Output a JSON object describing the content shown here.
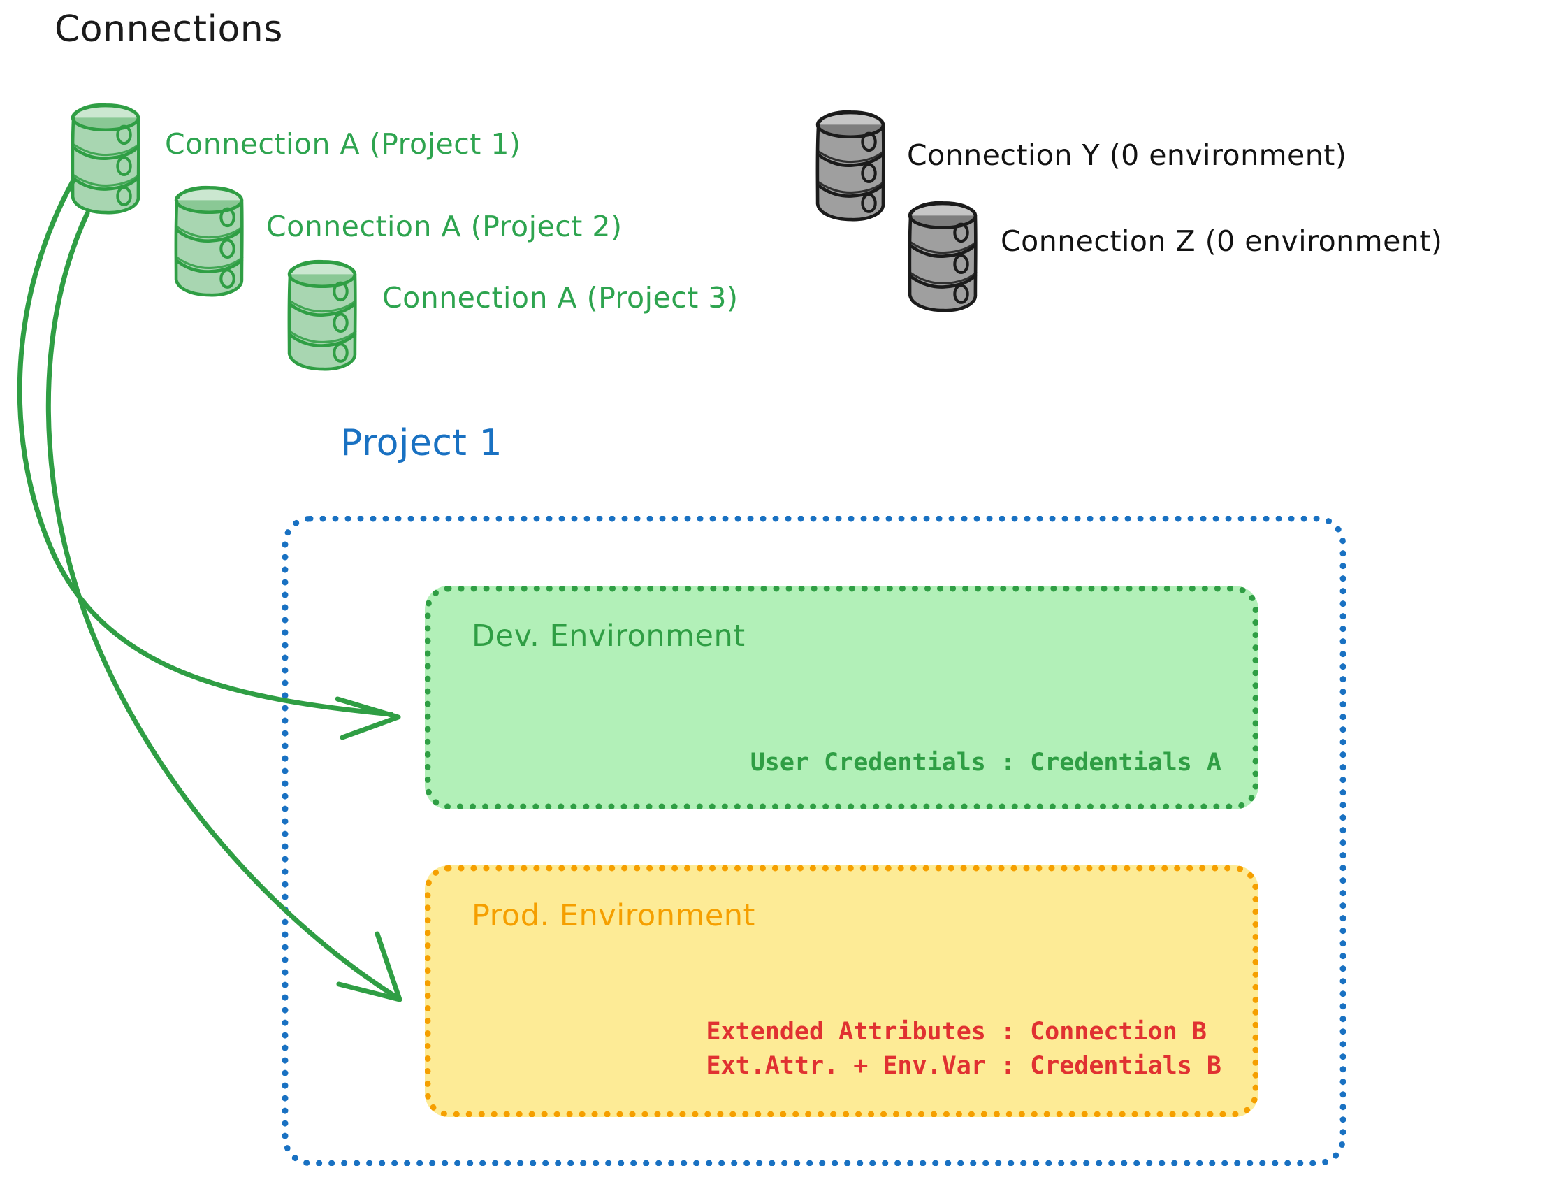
{
  "diagram": {
    "title": "Connections",
    "project_title": "Project 1"
  },
  "connections": [
    {
      "id": "connection-a-project-1",
      "label": "Connection A (Project 1)",
      "color": "#2ea44f",
      "state": "assigned",
      "icon": "database-icon"
    },
    {
      "id": "connection-a-project-2",
      "label": "Connection A (Project 2)",
      "color": "#2ea44f",
      "state": "assigned",
      "icon": "database-icon"
    },
    {
      "id": "connection-a-project-3",
      "label": "Connection A (Project 3)",
      "color": "#2ea44f",
      "state": "assigned",
      "icon": "database-icon"
    },
    {
      "id": "connection-y",
      "label": "Connection Y (0 environment)",
      "color": "#121212",
      "state": "unassigned",
      "icon": "database-icon"
    },
    {
      "id": "connection-z",
      "label": "Connection Z (0 environment)",
      "color": "#121212",
      "state": "unassigned",
      "icon": "database-icon"
    }
  ],
  "environments": [
    {
      "id": "dev-environment",
      "title": "Dev. Environment",
      "accent": "#2f9e44",
      "fill": "#b2f0b8",
      "rows": [
        {
          "key": "User Credentials",
          "sep": " : ",
          "value": "Credentials A",
          "color": "#2f9e44"
        }
      ]
    },
    {
      "id": "prod-environment",
      "title": "Prod. Environment",
      "accent": "#f59f00",
      "fill": "#fdeb96",
      "rows": [
        {
          "key": "Extended Attributes",
          "sep": " : ",
          "value": "Connection B",
          "color": "#e03131"
        },
        {
          "key": "Ext.Attr. + Env.Var",
          "sep": " : ",
          "value": "Credentials B",
          "color": "#e03131"
        }
      ]
    }
  ],
  "arrows": [
    {
      "id": "arrow-to-dev-environment",
      "from": "connection-a-project-1",
      "to": "dev-environment",
      "color": "#2f9e44"
    },
    {
      "id": "arrow-to-prod-environment",
      "from": "connection-a-project-1",
      "to": "prod-environment",
      "color": "#2f9e44"
    }
  ],
  "colors": {
    "green_stroke": "#2f9e44",
    "green_fill": "#b2f0b8",
    "gray_stroke": "#1b1b1b",
    "gray_fill": "#ccd3dd",
    "blue": "#1971c2",
    "orange": "#f59f00",
    "red": "#e03131",
    "ink": "#121212"
  },
  "dev_rows_text": {
    "r0": "User Credentials : Credentials A"
  },
  "prod_rows_text": {
    "r0": "Extended Attributes : Connection B",
    "r1": "Ext.Attr. + Env.Var : Credentials B"
  }
}
